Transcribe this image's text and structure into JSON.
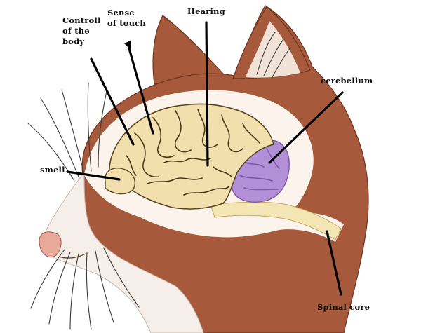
{
  "colors": {
    "fur": "#a65a3b",
    "fur_dark": "#7c3b24",
    "fur_light": "#f6efe9",
    "skull_glow": "#fbf3ec",
    "brain": "#f1dfad",
    "brain_outline": "#5a4520",
    "cerebellum": "#b28fd6",
    "cerebellum_dark": "#7b5aa8",
    "spinal_cord": "#f4e6b4",
    "nose": "#e9a99a",
    "inner_ear": "#f1e2d8"
  },
  "labels": {
    "control": [
      "Controll",
      "of the",
      "body"
    ],
    "touch": [
      "Sense",
      "of touch"
    ],
    "hearing": "Hearing",
    "cerebellum": "cerebellum",
    "smell": "smell",
    "spinal": "Spinal core"
  }
}
